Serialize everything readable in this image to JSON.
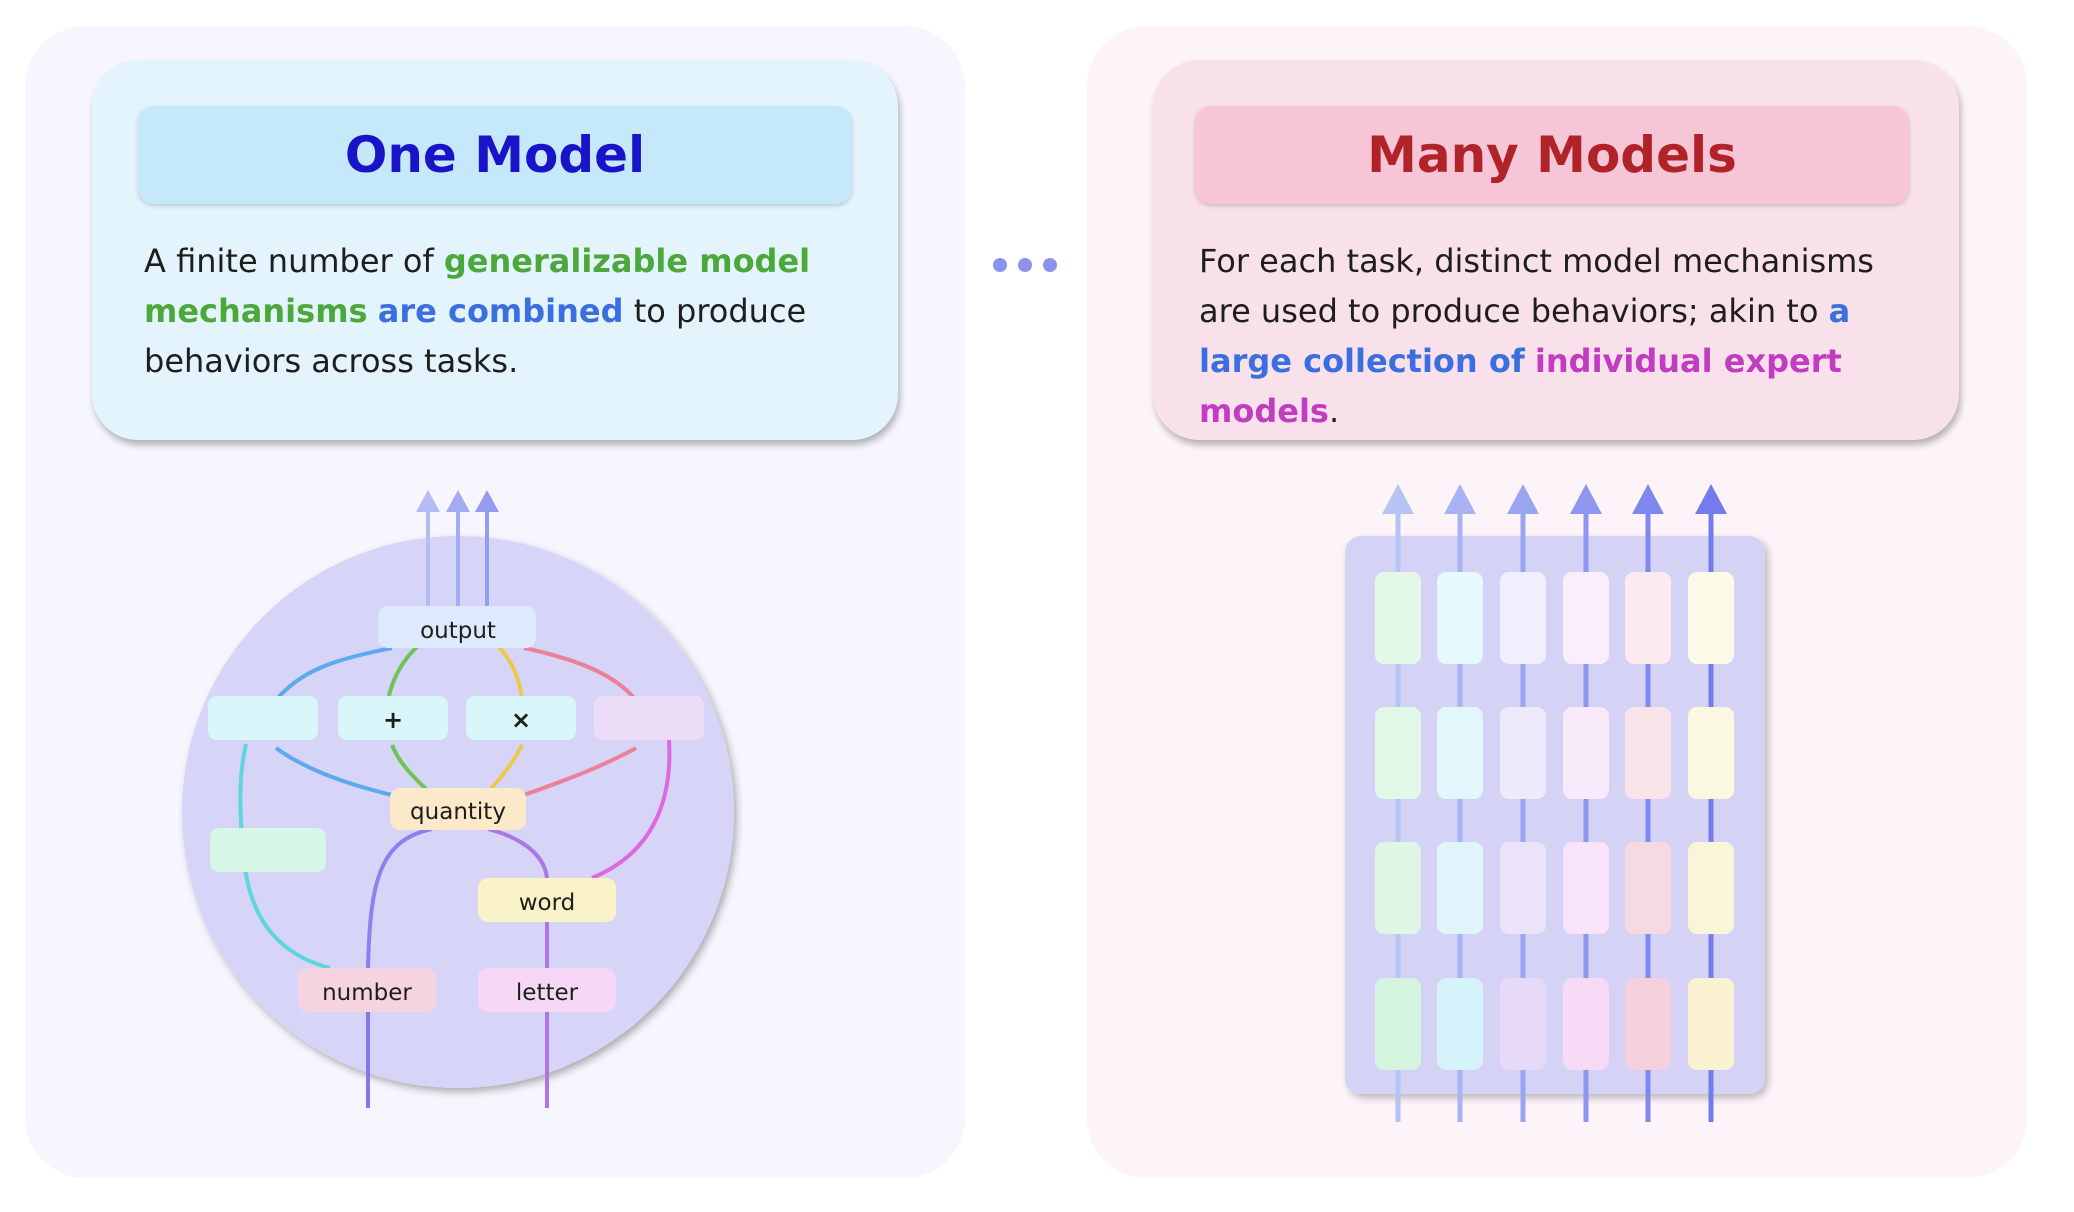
{
  "one_model": {
    "title": "One Model",
    "description": [
      {
        "text": "A finite number of ",
        "style": "normal"
      },
      {
        "text": "generalizable model mechanisms",
        "style": "green"
      },
      {
        "text": " ",
        "style": "normal"
      },
      {
        "text": "are combined",
        "style": "blue"
      },
      {
        "text": " to produce behaviors across tasks.",
        "style": "normal"
      }
    ],
    "nodes": {
      "output": "output",
      "plus": "+",
      "times": "×",
      "quantity": "quantity",
      "word": "word",
      "number": "number",
      "letter": "letter",
      "unlabeled": [
        "",
        "",
        ""
      ]
    }
  },
  "many_models": {
    "title": "Many Models",
    "description": [
      {
        "text": "For each task, distinct model mechanisms are used to produce behaviors; akin to ",
        "style": "normal"
      },
      {
        "text": "a large collection of",
        "style": "blue"
      },
      {
        "text": " ",
        "style": "normal"
      },
      {
        "text": "individual expert models",
        "style": "magenta"
      },
      {
        "text": ".",
        "style": "normal"
      }
    ],
    "columns": 6,
    "rows": 4
  },
  "separator": "•••",
  "colors": {
    "title_left": "#1a14c9",
    "title_right": "#b02329",
    "highlight_green": "#4da83b",
    "highlight_blue": "#3b6fe0",
    "highlight_magenta": "#c13cc0",
    "circle_fill": "#d6d4f7",
    "grid_fill": "#d4d3f6",
    "arrow_blue": "#8b93ee"
  }
}
